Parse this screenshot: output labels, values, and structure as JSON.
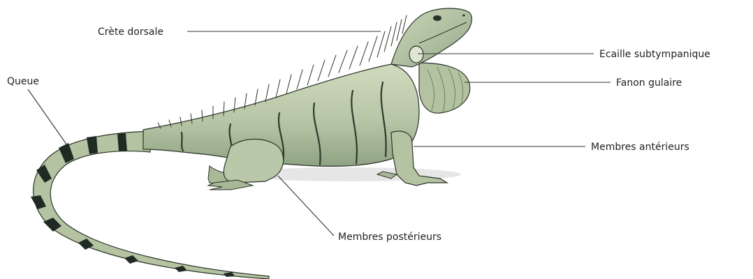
{
  "diagram": {
    "subject_icon": "iguana-illustration",
    "colors": {
      "body": "#b7c6a6",
      "body_light": "#cfdbbe",
      "body_dark": "#7f9474",
      "band": "#1f2a22",
      "outline": "#2b3328",
      "leader": "#333333",
      "text": "#222222"
    },
    "labels": {
      "crete_dorsale": "Crète dorsale",
      "queue": "Queue",
      "ecaille_subtympanique": "Ecaille subtympanique",
      "fanon_gulaire": "Fanon gulaire",
      "membres_anterieurs": "Membres antérieurs",
      "membres_posterieurs": "Membres postérieurs"
    }
  }
}
